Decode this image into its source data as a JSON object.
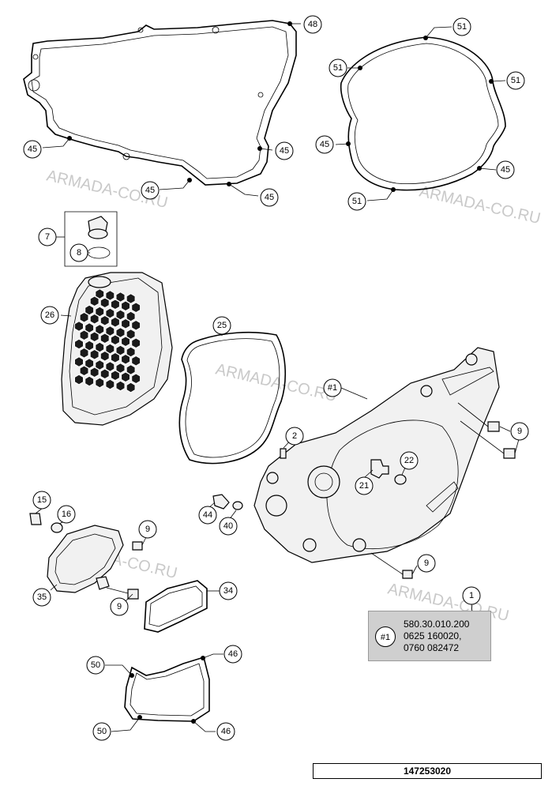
{
  "callouts": [
    {
      "id": "c48",
      "label": "48"
    },
    {
      "id": "c51a",
      "label": "51"
    },
    {
      "id": "c51b",
      "label": "51"
    },
    {
      "id": "c51c",
      "label": "51"
    },
    {
      "id": "c51d",
      "label": "51"
    },
    {
      "id": "c45a",
      "label": "45"
    },
    {
      "id": "c45b",
      "label": "45"
    },
    {
      "id": "c45c",
      "label": "45"
    },
    {
      "id": "c45d",
      "label": "45"
    },
    {
      "id": "c45e",
      "label": "45"
    },
    {
      "id": "c45f",
      "label": "45"
    },
    {
      "id": "c7",
      "label": "7"
    },
    {
      "id": "c8",
      "label": "8"
    },
    {
      "id": "c26",
      "label": "26"
    },
    {
      "id": "c25",
      "label": "25"
    },
    {
      "id": "c1ref",
      "label": "#1"
    },
    {
      "id": "c2",
      "label": "2"
    },
    {
      "id": "c22",
      "label": "22"
    },
    {
      "id": "c21",
      "label": "21"
    },
    {
      "id": "c9a",
      "label": "9"
    },
    {
      "id": "c9b",
      "label": "9"
    },
    {
      "id": "c9c",
      "label": "9"
    },
    {
      "id": "c9d",
      "label": "9"
    },
    {
      "id": "c15",
      "label": "15"
    },
    {
      "id": "c16",
      "label": "16"
    },
    {
      "id": "c44",
      "label": "44"
    },
    {
      "id": "c40",
      "label": "40"
    },
    {
      "id": "c35",
      "label": "35"
    },
    {
      "id": "c34",
      "label": "34"
    },
    {
      "id": "c1",
      "label": "1"
    },
    {
      "id": "c50a",
      "label": "50"
    },
    {
      "id": "c50b",
      "label": "50"
    },
    {
      "id": "c46a",
      "label": "46"
    },
    {
      "id": "c46b",
      "label": "46"
    }
  ],
  "note": {
    "ref": "#1",
    "lines": [
      "580.30.010.200",
      "0625 160020,",
      "0760 082472"
    ]
  },
  "drawing_id": "147253020",
  "watermarks": [
    "ARMADA-CO.RU",
    "ARMADA-CO.RU",
    "ARMADA-CO.RU",
    "ARMADA-CO.RU",
    "ARMADA-CO.RU"
  ],
  "colors": {
    "note_box": "#cfcfcf",
    "watermark": "#c9c9c9"
  }
}
